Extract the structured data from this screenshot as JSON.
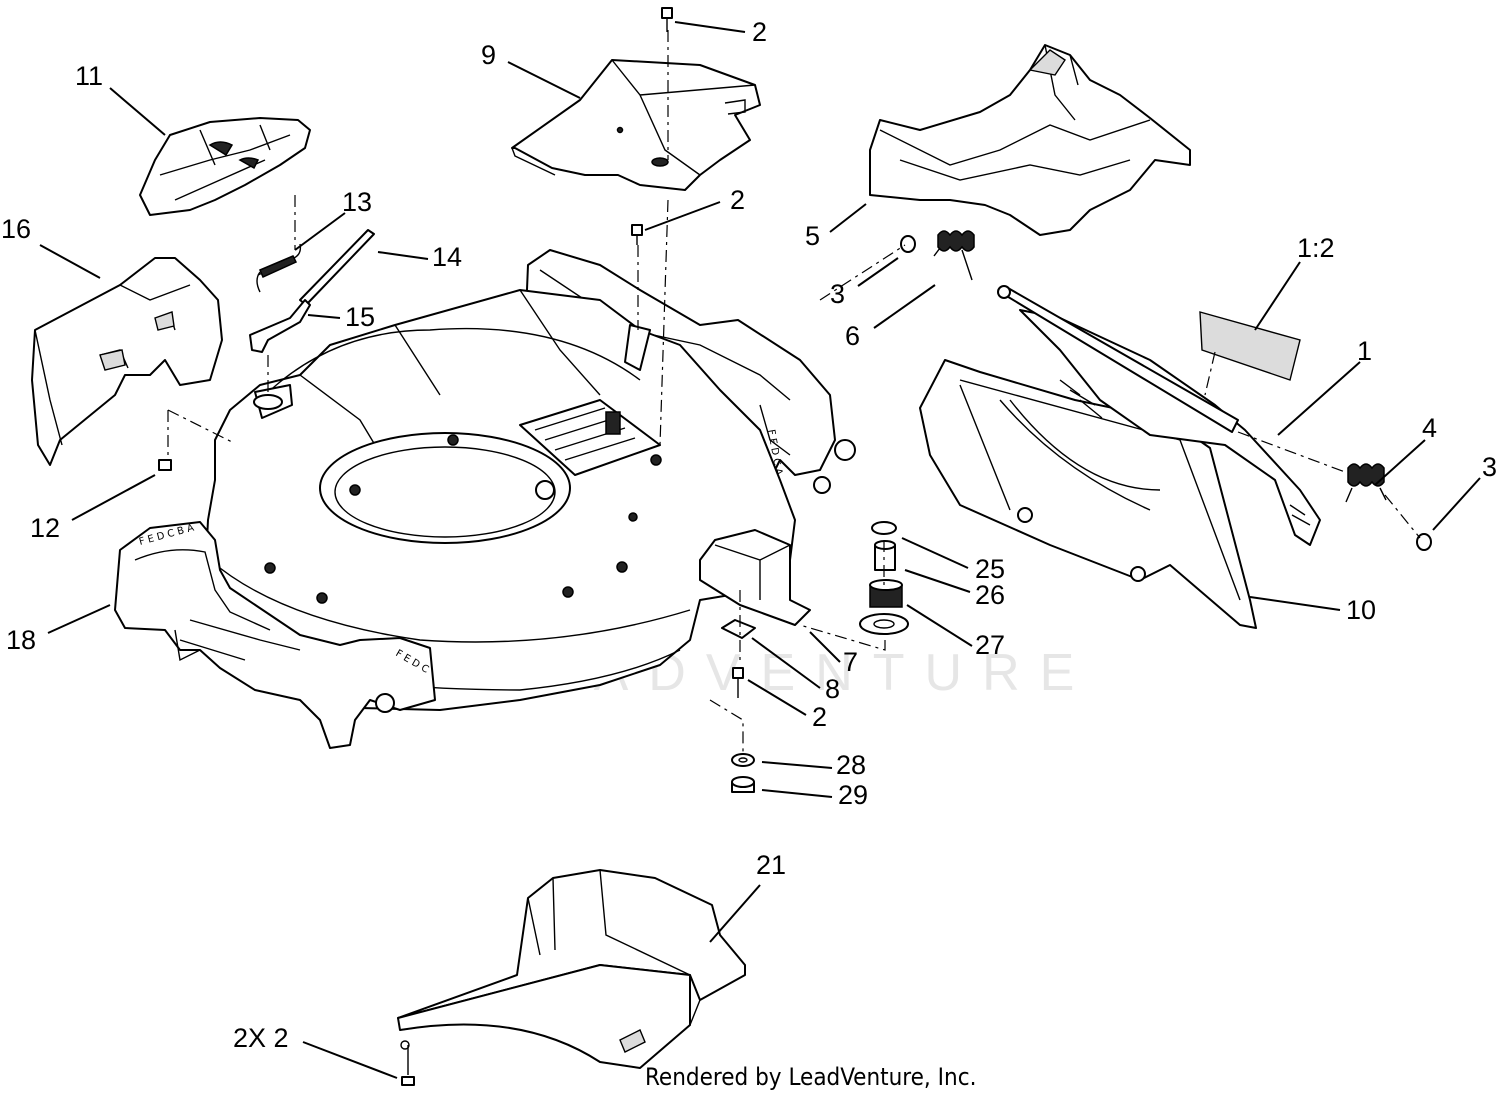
{
  "diagram": {
    "callouts": [
      {
        "id": "c2-top",
        "label": "2"
      },
      {
        "id": "c9",
        "label": "9"
      },
      {
        "id": "c11",
        "label": "11"
      },
      {
        "id": "c13",
        "label": "13"
      },
      {
        "id": "c2-mid",
        "label": "2"
      },
      {
        "id": "c5",
        "label": "5"
      },
      {
        "id": "c16",
        "label": "16"
      },
      {
        "id": "c14",
        "label": "14"
      },
      {
        "id": "c15",
        "label": "15"
      },
      {
        "id": "c3-left",
        "label": "3"
      },
      {
        "id": "c1-2",
        "label": "1:2"
      },
      {
        "id": "c6",
        "label": "6"
      },
      {
        "id": "c1",
        "label": "1"
      },
      {
        "id": "c4",
        "label": "4"
      },
      {
        "id": "c3-right",
        "label": "3"
      },
      {
        "id": "c12",
        "label": "12"
      },
      {
        "id": "c25",
        "label": "25"
      },
      {
        "id": "c26",
        "label": "26"
      },
      {
        "id": "c10",
        "label": "10"
      },
      {
        "id": "c18",
        "label": "18"
      },
      {
        "id": "c27",
        "label": "27"
      },
      {
        "id": "c7",
        "label": "7"
      },
      {
        "id": "c8",
        "label": "8"
      },
      {
        "id": "c2-low",
        "label": "2"
      },
      {
        "id": "c28",
        "label": "28"
      },
      {
        "id": "c29",
        "label": "29"
      },
      {
        "id": "c21",
        "label": "21"
      },
      {
        "id": "c2x2",
        "label": "2X 2"
      }
    ],
    "watermark": "LEADVENTURE",
    "credit": "Rendered by LeadVenture, Inc."
  }
}
